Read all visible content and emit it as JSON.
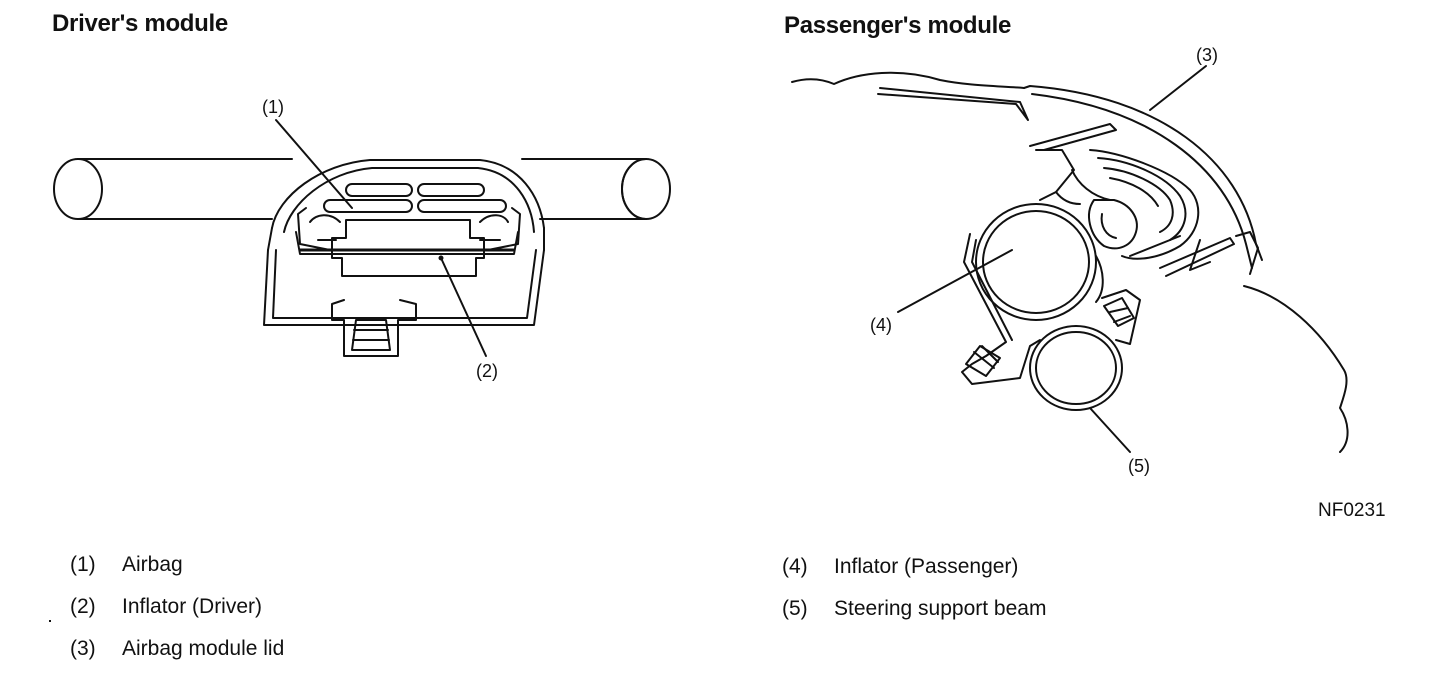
{
  "titles": {
    "driver": "Driver's module",
    "passenger": "Passenger's module"
  },
  "callouts": {
    "c1": "(1)",
    "c2": "(2)",
    "c3": "(3)",
    "c4": "(4)",
    "c5": "(5)"
  },
  "figure_id": "NF0231",
  "legend": [
    {
      "num": "(1)",
      "label": "Airbag"
    },
    {
      "num": "(2)",
      "label": "Inflator (Driver)"
    },
    {
      "num": "(3)",
      "label": "Airbag module lid"
    },
    {
      "num": "(4)",
      "label": "Inflator (Passenger)"
    },
    {
      "num": "(5)",
      "label": "Steering support beam"
    }
  ]
}
